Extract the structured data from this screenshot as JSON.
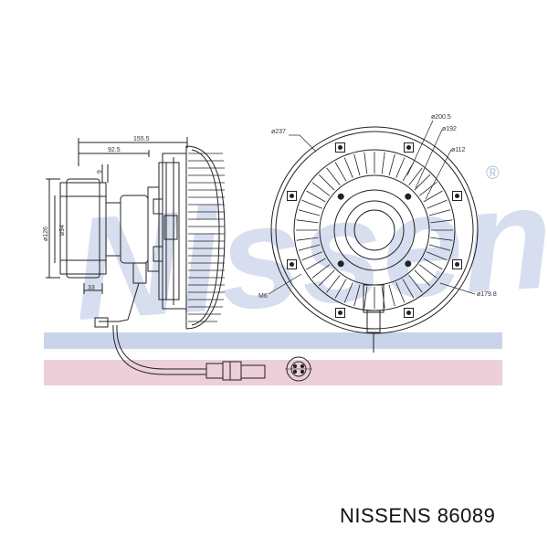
{
  "colors": {
    "watermark_blue": "#c9d3ea",
    "watermark_blue_text": "#b4c1e4",
    "watermark_pink": "#eccfd8",
    "line": "#222222"
  },
  "watermark": {
    "text": "Nissens",
    "trademark": "®"
  },
  "dimensions": {
    "d1555": "155.5",
    "d925": "92.5",
    "d9": "9",
    "d126": "ø126",
    "d94": "ø94",
    "d33": "33",
    "d237": "ø237",
    "d2005": "ø200.5",
    "d192": "ø192",
    "d112": "ø112",
    "d1798": "ø179.8",
    "m6": "M6"
  },
  "caption": "NISSENS 86089"
}
